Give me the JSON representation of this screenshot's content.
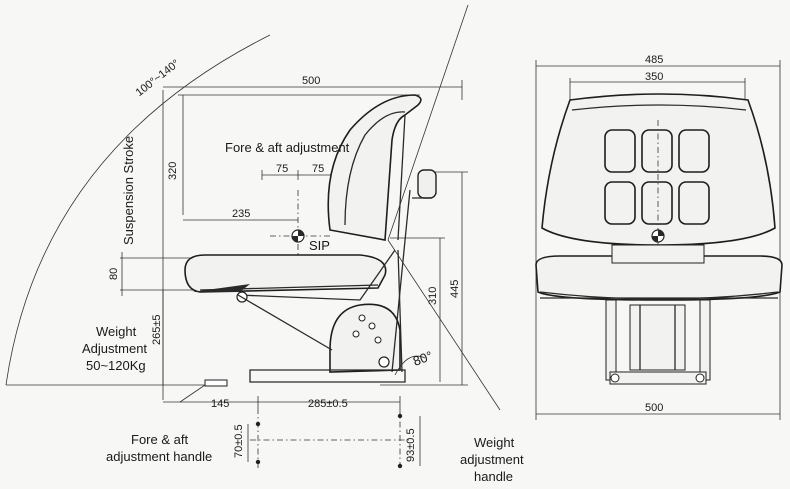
{
  "labels": {
    "recline": "100°~140°",
    "fore_aft": "Fore & aft adjustment",
    "suspension": "Suspension Stroke",
    "sip": "SIP",
    "weight_adj_1": "Weight",
    "weight_adj_2": "Adjustment",
    "weight_adj_3": "50~120Kg",
    "fore_aft_handle_1": "Fore & aft",
    "fore_aft_handle_2": "adjustment handle",
    "weight_handle_1": "Weight",
    "weight_handle_2": "adjustment",
    "weight_handle_3": "handle",
    "angle_80": "80°"
  },
  "dimensions": {
    "side_width": "500",
    "fore_aft_left": "75",
    "fore_aft_right": "75",
    "back_height": "320",
    "sip_dist": "235",
    "cushion": "80",
    "seat_height": "265±5",
    "pivot_height": "310",
    "total_height": "445",
    "base_left": "145",
    "base_main": "285±0.5",
    "handle_h1": "70±0.5",
    "handle_h2": "93±0.5",
    "front_outer": "485",
    "front_back": "350",
    "front_base": "500"
  }
}
